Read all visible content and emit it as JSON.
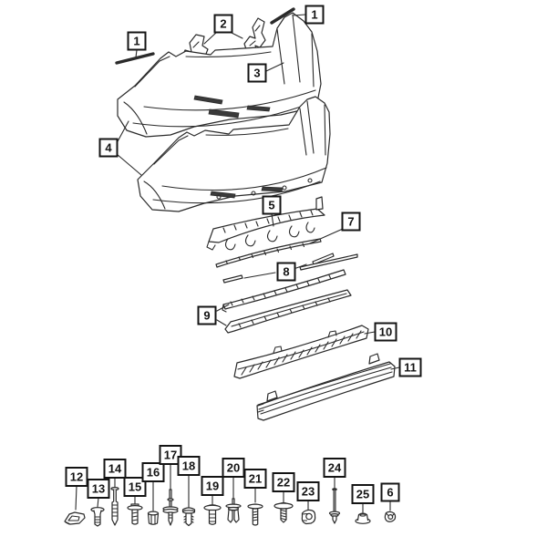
{
  "colors": {
    "background": "#ffffff",
    "line": "#2a2a2a",
    "slot_fill": "#3a3a3a",
    "callout_border": "#141414",
    "callout_text": "#141414"
  },
  "diagram": {
    "main_callouts": [
      {
        "label": "1"
      },
      {
        "label": "2"
      },
      {
        "label": "1"
      },
      {
        "label": "3"
      },
      {
        "label": "4"
      },
      {
        "label": "5"
      },
      {
        "label": "7"
      },
      {
        "label": "8"
      },
      {
        "label": "9"
      },
      {
        "label": "10"
      },
      {
        "label": "11"
      }
    ],
    "fastener_callouts": [
      {
        "label": "12",
        "icon": "u-clip-icon"
      },
      {
        "label": "13",
        "icon": "push-rivet-icon"
      },
      {
        "label": "14",
        "icon": "long-rivet-icon"
      },
      {
        "label": "15",
        "icon": "washer-bolt-icon"
      },
      {
        "label": "16",
        "icon": "spacer-sleeve-icon"
      },
      {
        "label": "17",
        "icon": "long-stud-icon"
      },
      {
        "label": "18",
        "icon": "fir-tree-clip-icon"
      },
      {
        "label": "19",
        "icon": "pan-head-screw-icon"
      },
      {
        "label": "20",
        "icon": "push-pin-icon"
      },
      {
        "label": "21",
        "icon": "flange-bolt-icon"
      },
      {
        "label": "22",
        "icon": "coarse-thread-screw-icon"
      },
      {
        "label": "23",
        "icon": "grommet-nut-icon"
      },
      {
        "label": "24",
        "icon": "blind-rivet-icon"
      },
      {
        "label": "25",
        "icon": "flange-nut-icon"
      },
      {
        "label": "6",
        "icon": "push-nut-icon"
      }
    ]
  }
}
